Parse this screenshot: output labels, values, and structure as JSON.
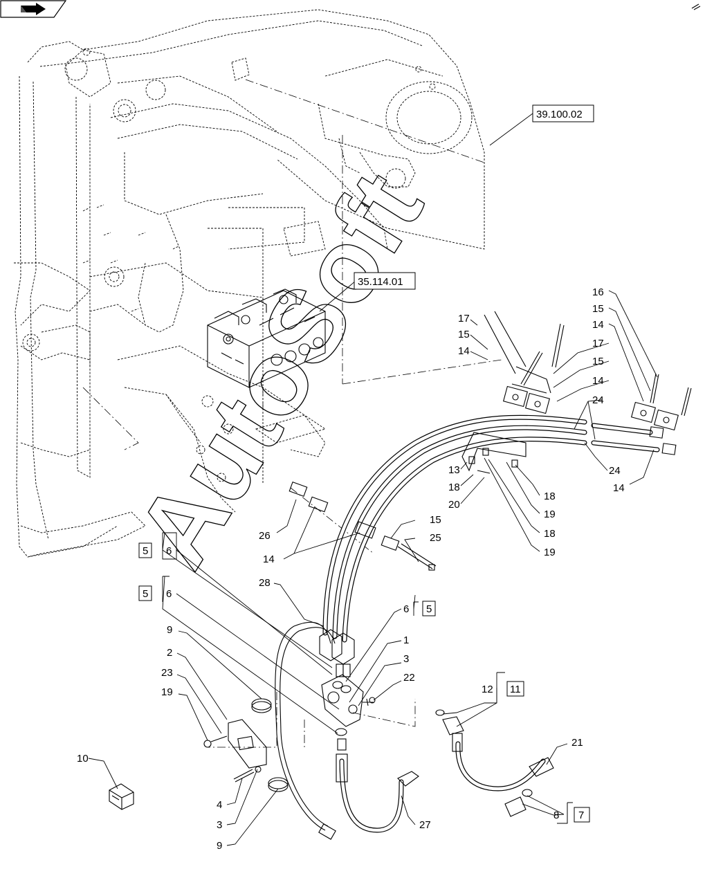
{
  "nav": {
    "icon": "arrow-right-icon"
  },
  "watermark": "AutoSoft",
  "references": [
    {
      "id": "ref-39-100-02",
      "text": "39.100.02"
    },
    {
      "id": "ref-35-114-01",
      "text": "35.114.01"
    }
  ],
  "callouts": [
    {
      "id": "c-17-a",
      "text": "17"
    },
    {
      "id": "c-15-a",
      "text": "15"
    },
    {
      "id": "c-14-a",
      "text": "14"
    },
    {
      "id": "c-16",
      "text": "16"
    },
    {
      "id": "c-15-b",
      "text": "15"
    },
    {
      "id": "c-14-b",
      "text": "14"
    },
    {
      "id": "c-17-b",
      "text": "17"
    },
    {
      "id": "c-15-c",
      "text": "15"
    },
    {
      "id": "c-14-c",
      "text": "14"
    },
    {
      "id": "c-24-a",
      "text": "24"
    },
    {
      "id": "c-24-b",
      "text": "24"
    },
    {
      "id": "c-14-d",
      "text": "14"
    },
    {
      "id": "c-13",
      "text": "13"
    },
    {
      "id": "c-18-a",
      "text": "18"
    },
    {
      "id": "c-20",
      "text": "20"
    },
    {
      "id": "c-18-b",
      "text": "18"
    },
    {
      "id": "c-19-a",
      "text": "19"
    },
    {
      "id": "c-18-c",
      "text": "18"
    },
    {
      "id": "c-19-b",
      "text": "19"
    },
    {
      "id": "c-26",
      "text": "26"
    },
    {
      "id": "c-15-d",
      "text": "15"
    },
    {
      "id": "c-25",
      "text": "25"
    },
    {
      "id": "c-14-e",
      "text": "14"
    },
    {
      "id": "c-28",
      "text": "28"
    },
    {
      "id": "c-6-a",
      "text": "6"
    },
    {
      "id": "c-6-b",
      "text": "6"
    },
    {
      "id": "c-6-c",
      "text": "6"
    },
    {
      "id": "c-1",
      "text": "1"
    },
    {
      "id": "c-3-a",
      "text": "3"
    },
    {
      "id": "c-22",
      "text": "22"
    },
    {
      "id": "c-9-a",
      "text": "9"
    },
    {
      "id": "c-2",
      "text": "2"
    },
    {
      "id": "c-23",
      "text": "23"
    },
    {
      "id": "c-19-c",
      "text": "19"
    },
    {
      "id": "c-12",
      "text": "12"
    },
    {
      "id": "c-21",
      "text": "21"
    },
    {
      "id": "c-10",
      "text": "10"
    },
    {
      "id": "c-4",
      "text": "4"
    },
    {
      "id": "c-3-b",
      "text": "3"
    },
    {
      "id": "c-9-b",
      "text": "9"
    },
    {
      "id": "c-27",
      "text": "27"
    },
    {
      "id": "c-8",
      "text": "8"
    }
  ],
  "boxed_callouts": [
    {
      "id": "b-5-a",
      "text": "5"
    },
    {
      "id": "b-5-b",
      "text": "5"
    },
    {
      "id": "b-5-c",
      "text": "5"
    },
    {
      "id": "b-11",
      "text": "11"
    },
    {
      "id": "b-7",
      "text": "7"
    }
  ]
}
